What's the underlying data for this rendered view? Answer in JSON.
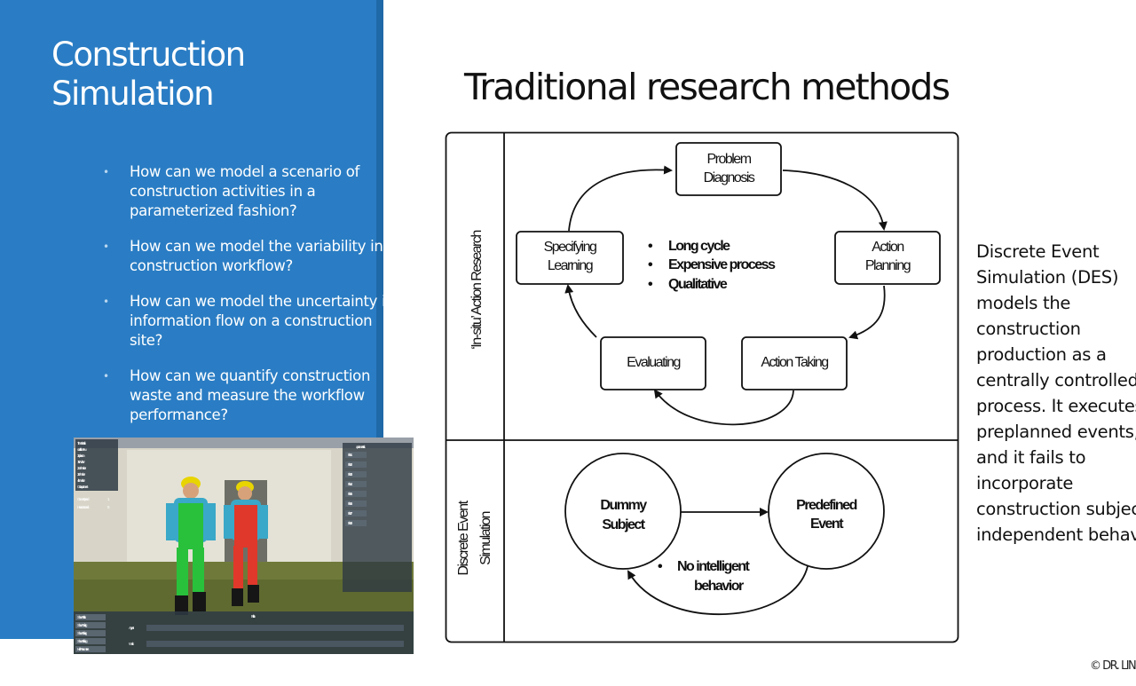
{
  "sidebar": {
    "title_lines": [
      "Construction",
      "Simulation"
    ],
    "questions": [
      "How can we model a scenario of construction activities in a parameterized fashion?",
      "How can we model the variability in construction workflow?",
      "How can we model the uncertainty in information flow on a construction site?",
      "How can we quantify construction waste and measure the workflow performance?"
    ],
    "bullet_glyph": "•"
  },
  "game": {
    "top_left_menu": [
      "Time Sim Info",
      "controller Menu",
      "3rdperson",
      "1st Worker",
      "2nd Worker",
      "3rd Worker",
      "4th Worker",
      "Go to apartment"
    ],
    "game_speed_label": "Game Speed",
    "game_speed_value": "1",
    "hour_seconds_label": "Hour = Seconds",
    "hour_seconds_value": "5",
    "apartments_header": "apartments List",
    "floors": [
      "Floor 1",
      "Floor 2",
      "Floor 3",
      "Floor 4",
      "Floor 5",
      "Floor 6",
      "Floor 7",
      "Floor 8"
    ],
    "bottom_buttons": [
      "Show Partition",
      "Show Painting",
      "Show Flooring",
      "Show Finishing",
      "Hide Parameters"
    ],
    "partition_label": "Partition",
    "agent_label": "Agent",
    "work_label": "Work"
  },
  "main": {
    "title": "Traditional research methods",
    "diagram": {
      "top_section_label": "‘In-situ’ Action Research",
      "bottom_section_label_lines": [
        "Discrete Event",
        "Simulation"
      ],
      "cycle_nodes": {
        "problem_diagnosis": [
          "Problem",
          "Diagnosis"
        ],
        "action_planning": [
          "Action",
          "Planning"
        ],
        "action_taking": [
          "Action Taking"
        ],
        "evaluating": [
          "Evaluating"
        ],
        "specifying_learning": [
          "Specifying",
          "Learning"
        ]
      },
      "cycle_bullets": [
        "Long cycle",
        "Expensive process",
        "Qualitative"
      ],
      "des_nodes": {
        "dummy_subject": [
          "Dummy",
          "Subject"
        ],
        "predefined_event": [
          "Predefined",
          "Event"
        ]
      },
      "des_bullet_lines": [
        "No intelligent",
        "behavior"
      ],
      "bullet_glyph": "•"
    },
    "description_lines": [
      "Discrete Event",
      "Simulation (DES)",
      "models the",
      "construction",
      "production as a",
      "centrally controlled",
      "process. It executes",
      "preplanned events,",
      "and it fails to",
      "incorporate",
      "construction subjects’",
      "independent behavior."
    ]
  },
  "footer": {
    "copyright": "© DR. LING MA"
  },
  "colors": {
    "sidebar": "#2a7dc4",
    "sidebar_edge": "#1f69a8",
    "text": "#111111",
    "wall": "#d8d5c8",
    "ground": "#6f7a3a"
  }
}
